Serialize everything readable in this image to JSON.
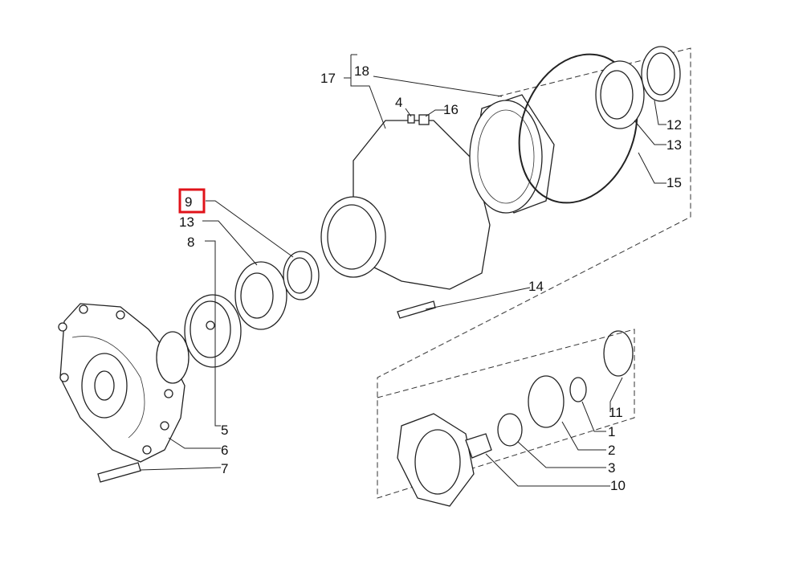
{
  "diagram": {
    "callouts": [
      {
        "id": "17",
        "label": "17"
      },
      {
        "id": "18",
        "label": "18"
      },
      {
        "id": "4",
        "label": "4"
      },
      {
        "id": "16",
        "label": "16"
      },
      {
        "id": "9",
        "label": "9",
        "highlighted": true
      },
      {
        "id": "13a",
        "label": "13"
      },
      {
        "id": "8",
        "label": "8"
      },
      {
        "id": "14",
        "label": "14"
      },
      {
        "id": "12",
        "label": "12"
      },
      {
        "id": "13b",
        "label": "13"
      },
      {
        "id": "15",
        "label": "15"
      },
      {
        "id": "11",
        "label": "11"
      },
      {
        "id": "1",
        "label": "1"
      },
      {
        "id": "2",
        "label": "2"
      },
      {
        "id": "3",
        "label": "3"
      },
      {
        "id": "10",
        "label": "10"
      },
      {
        "id": "5",
        "label": "5"
      },
      {
        "id": "6",
        "label": "6"
      },
      {
        "id": "7",
        "label": "7"
      }
    ],
    "highlight_color": "#e0131a"
  }
}
